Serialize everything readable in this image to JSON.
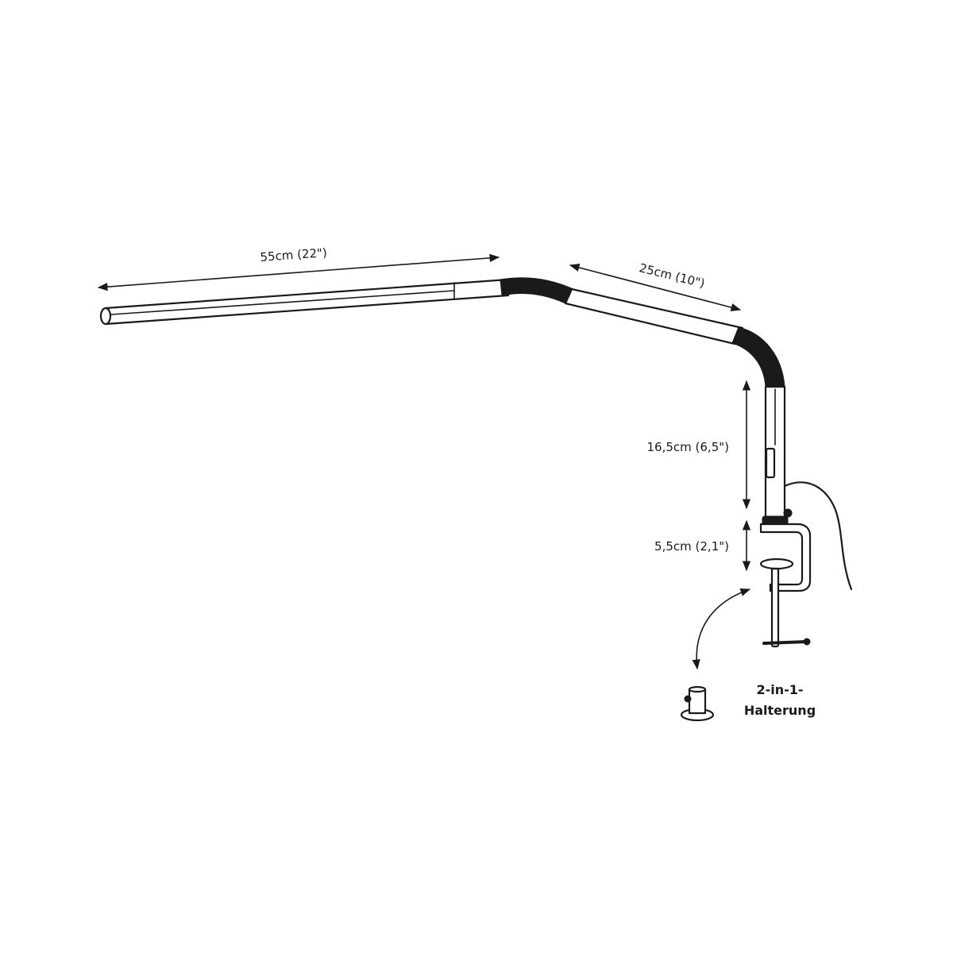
{
  "dimensions": {
    "long_arm": "55cm (22\")",
    "short_arm": "25cm (10\")",
    "vertical_arm": "16,5cm (6,5\")",
    "clamp_opening": "5,5cm (2,1\")"
  },
  "mount": {
    "line1": "2-in-1-",
    "line2": "Halterung"
  }
}
